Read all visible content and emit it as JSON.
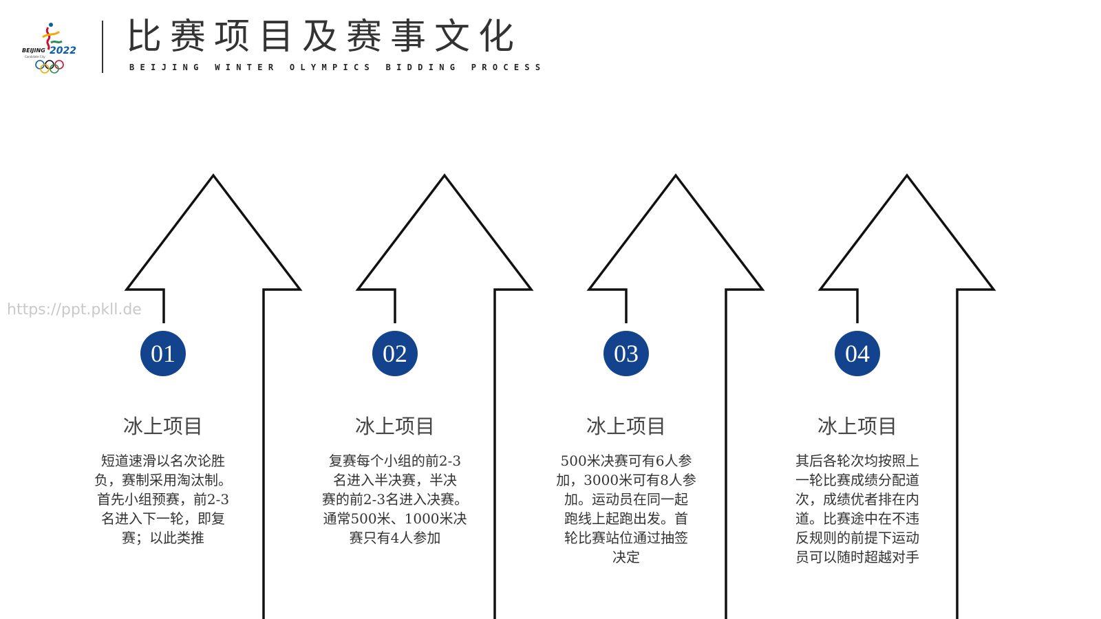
{
  "header": {
    "logo": {
      "text": "BEIJING 2022",
      "subtext": "Candidate City",
      "colors": [
        "#c8102e",
        "#0b5fa5",
        "#f2a900",
        "#2e8b57",
        "#111111"
      ]
    },
    "title": "比赛项目及赛事文化",
    "subtitle": "BEIJING WINTER OLYMPICS BIDDING PROCESS"
  },
  "watermark": "https://ppt.pkll.de",
  "colors": {
    "badge": "#13438c",
    "arrow_line": "#111111"
  },
  "steps": [
    {
      "number": "01",
      "title": "冰上项目",
      "desc": [
        "短道速滑以名次论胜",
        "负，赛制采用淘汰制。",
        "首先小组预赛，前2-3",
        "名进入下一轮，即复",
        "赛；以此类推"
      ]
    },
    {
      "number": "02",
      "title": "冰上项目",
      "desc": [
        "复赛每个小组的前2-3",
        "名进入半决赛，半决",
        "赛的前2-3名进入决赛。",
        "通常500米、1000米决",
        "赛只有4人参加"
      ]
    },
    {
      "number": "03",
      "title": "冰上项目",
      "desc": [
        "500米决赛可有6人参",
        "加，3000米可有8人参",
        "加。运动员在同一起",
        "跑线上起跑出发。首",
        "轮比赛站位通过抽签",
        "决定"
      ]
    },
    {
      "number": "04",
      "title": "冰上项目",
      "desc": [
        "其后各轮次均按照上",
        "一轮比赛成绩分配道",
        "次，成绩优者排在内",
        "道。比赛途中在不违",
        "反规则的前提下运动",
        "员可以随时超越对手"
      ]
    }
  ]
}
